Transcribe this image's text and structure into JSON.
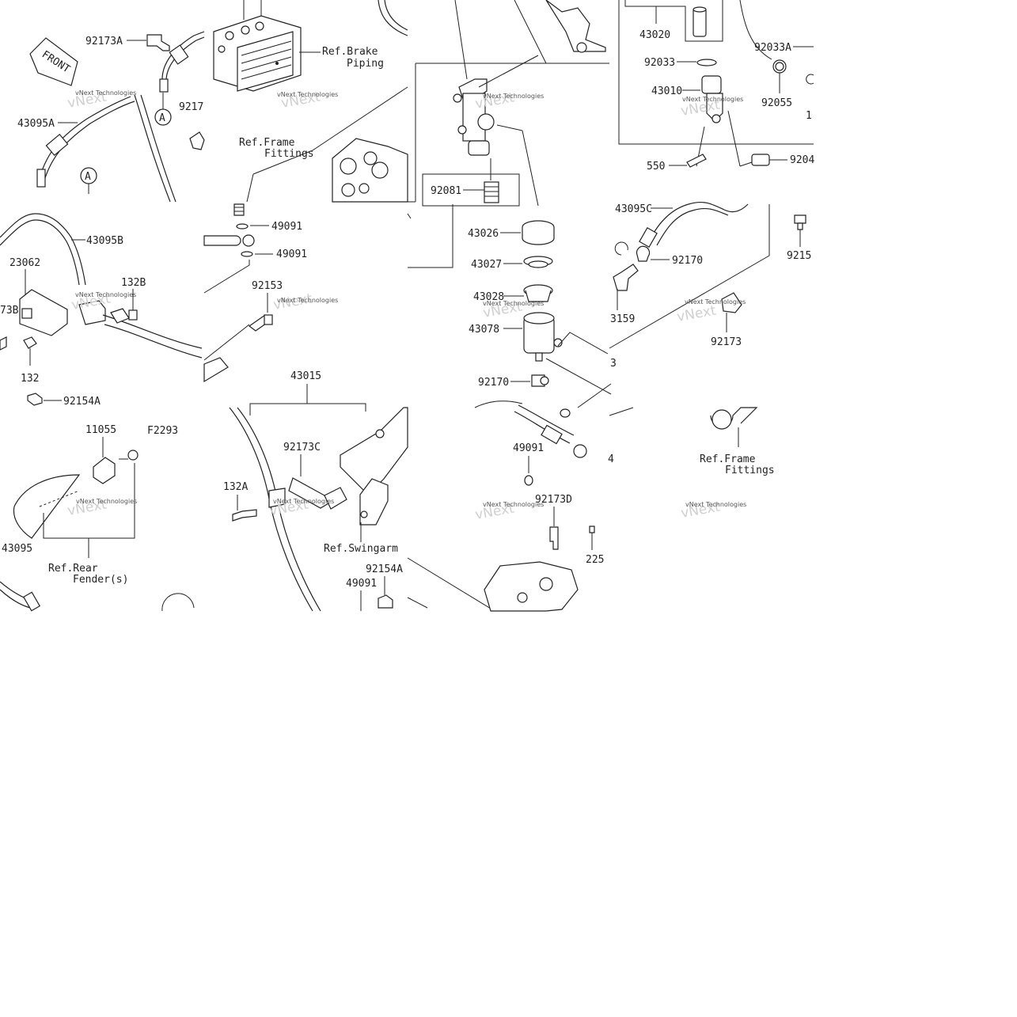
{
  "diagram": {
    "code": "F2293",
    "front_arrow": "FRONT",
    "watermark": "vNext Technologies",
    "callouts_a": [
      "A",
      "A"
    ],
    "labels": [
      "92173A",
      "43095A",
      "9217",
      "Ref.Brake",
      "Piping",
      "Ref.Frame",
      "Fittings",
      "43095B",
      "23062",
      "73B",
      "132B",
      "132",
      "92154A",
      "49091",
      "49091",
      "92153",
      "92081",
      "43026",
      "43027",
      "43028",
      "43078",
      "92170",
      "43020",
      "92033",
      "43010",
      "550",
      "92033A",
      "92055",
      "1",
      "9204",
      "43095C",
      "92170",
      "3159",
      "92173",
      "9215",
      "3",
      "11055",
      "F2293",
      "43095",
      "Ref.Rear",
      "Fender(s)",
      "43015",
      "92173C",
      "132A",
      "Ref.Swingarm",
      "92154A",
      "49091",
      "49091",
      "92173D",
      "225",
      "4",
      "Ref.Frame",
      "Fittings"
    ]
  }
}
